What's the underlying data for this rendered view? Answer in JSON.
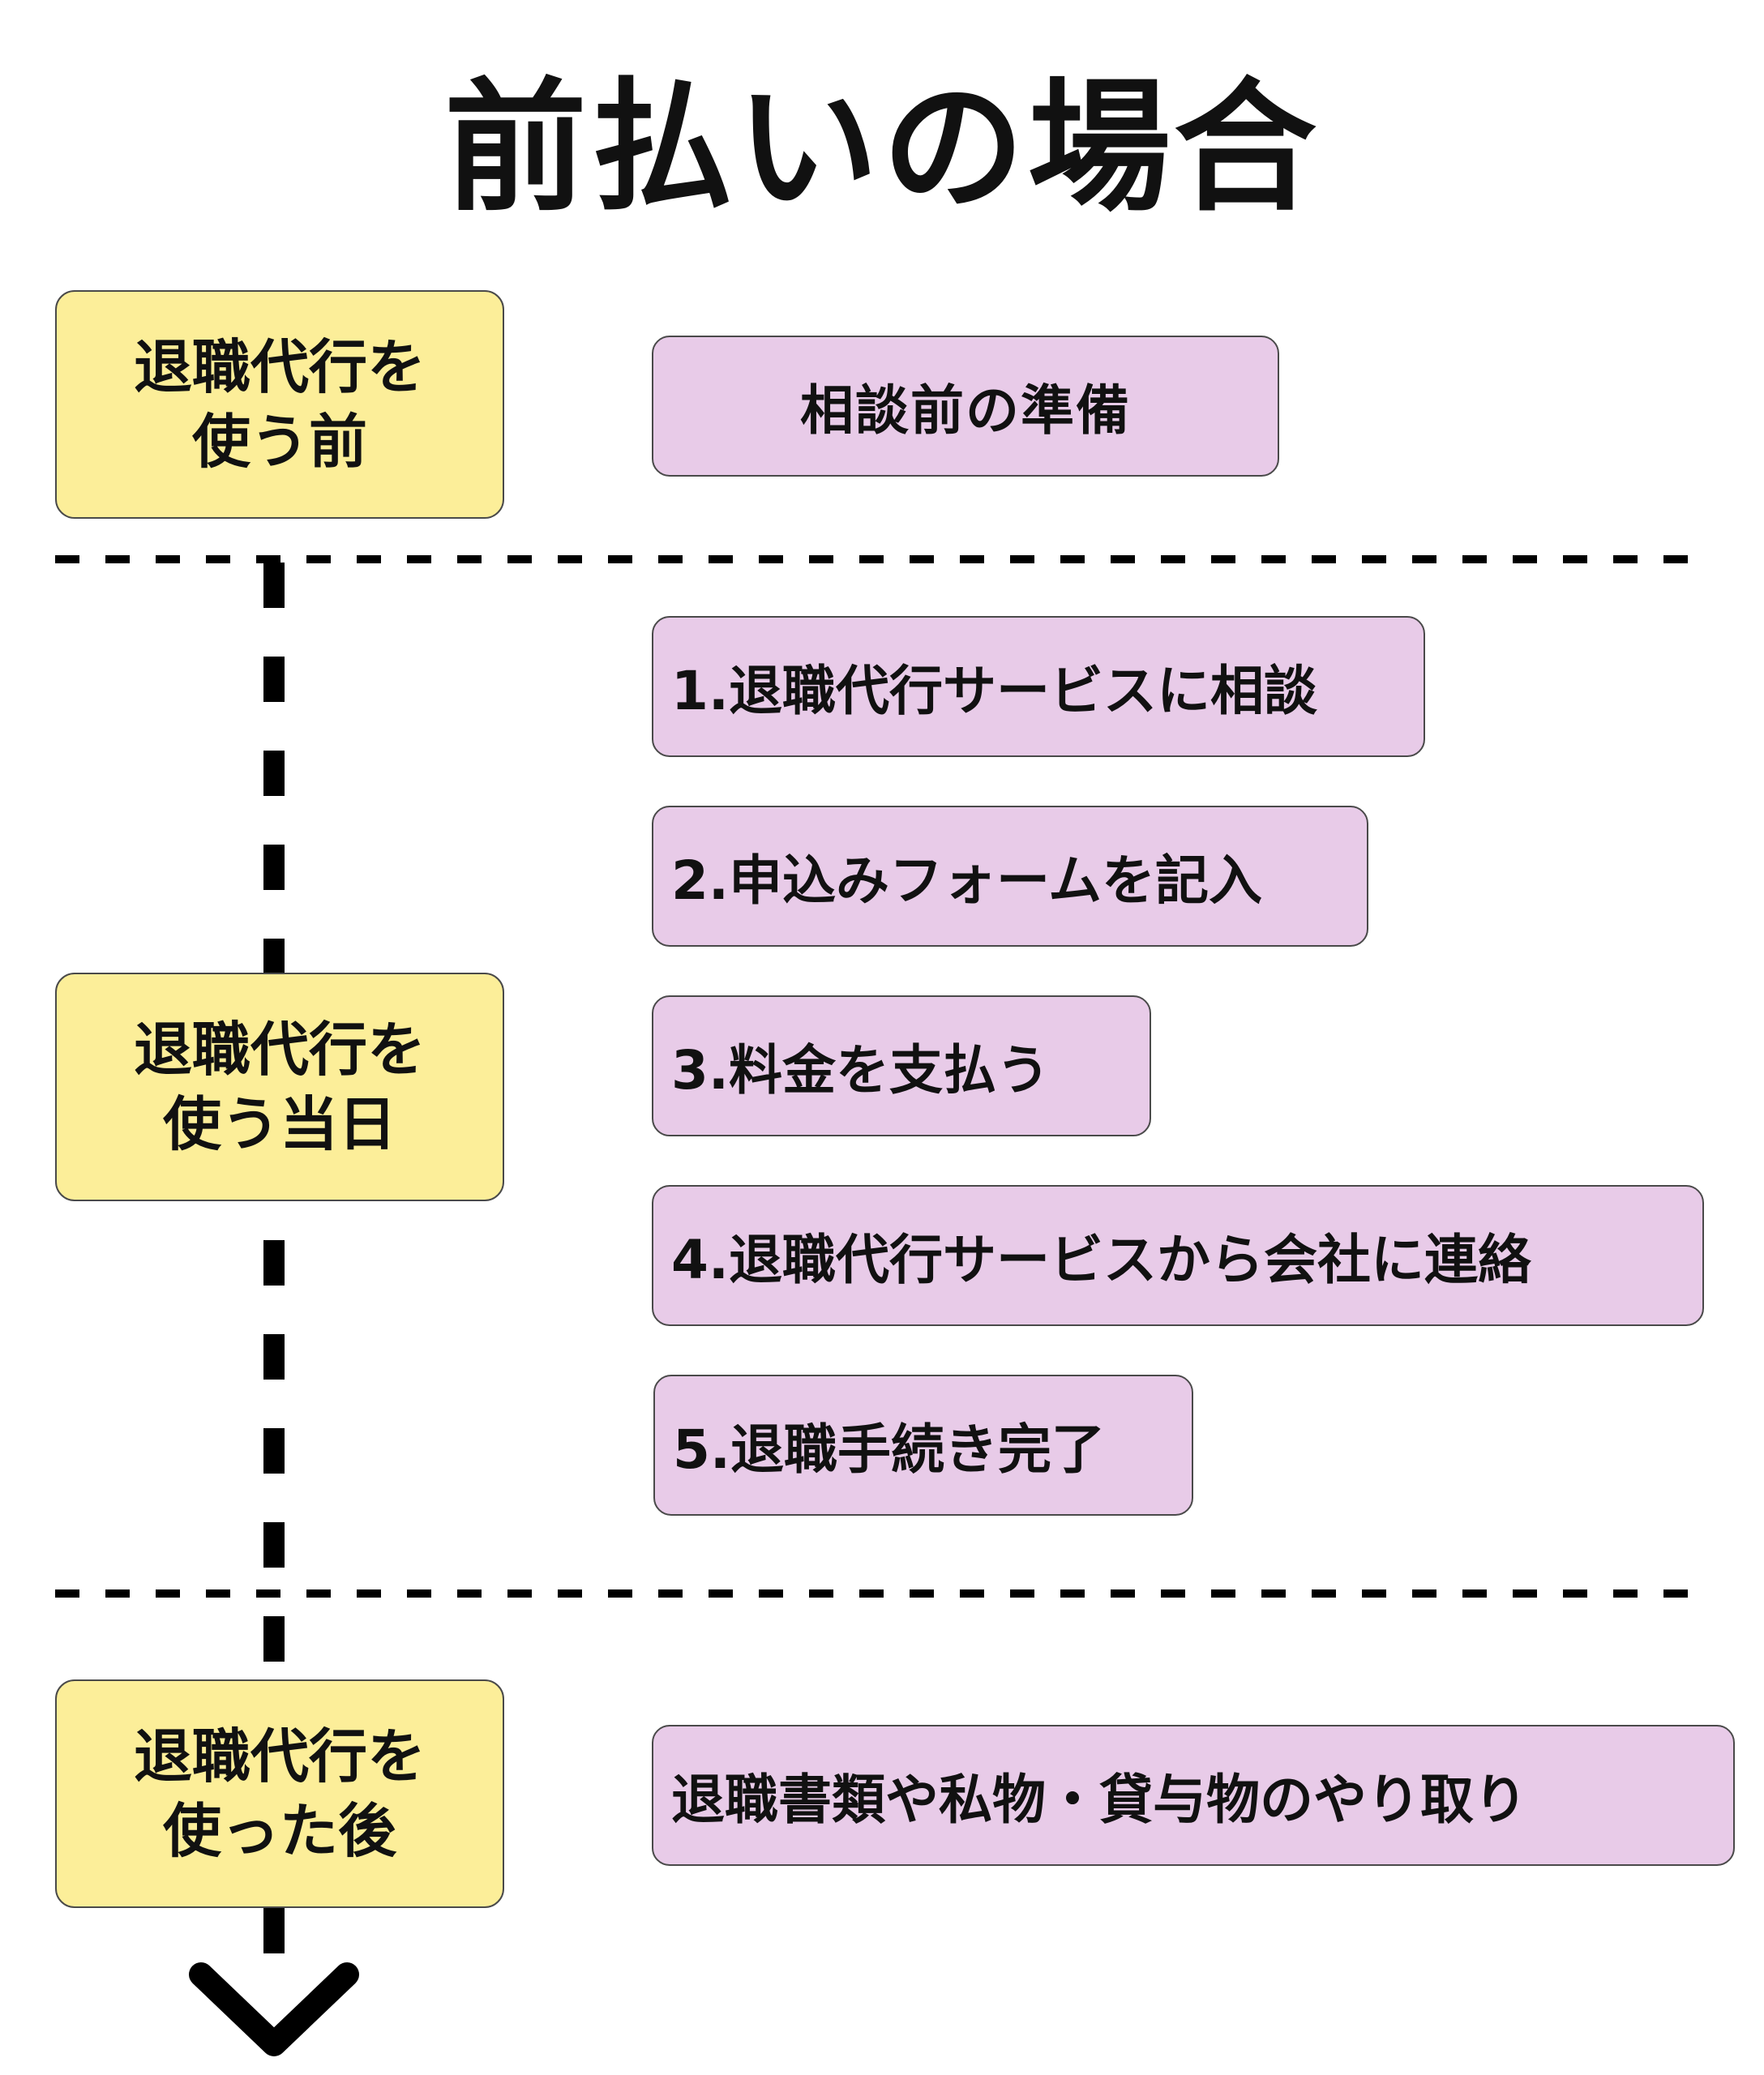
{
  "title": "前払いの場合",
  "stages": [
    {
      "line1": "退職代行を",
      "line2": "使う前"
    },
    {
      "line1": "退職代行を",
      "line2": "使う当日"
    },
    {
      "line1": "退職代行を",
      "line2": "使った後"
    }
  ],
  "steps": [
    "相談前の準備",
    "1.退職代行サービスに相談",
    "2.申込みフォームを記入",
    "3.料金を支払う",
    "4.退職代行サービスから会社に連絡",
    "5.退職手続き完了",
    "退職書類や私物・貸与物のやり取り"
  ],
  "colors": {
    "stage_fill": "#fcee99",
    "step_fill": "#e8cbe8",
    "border": "#4a4a4a",
    "line": "#000000"
  }
}
